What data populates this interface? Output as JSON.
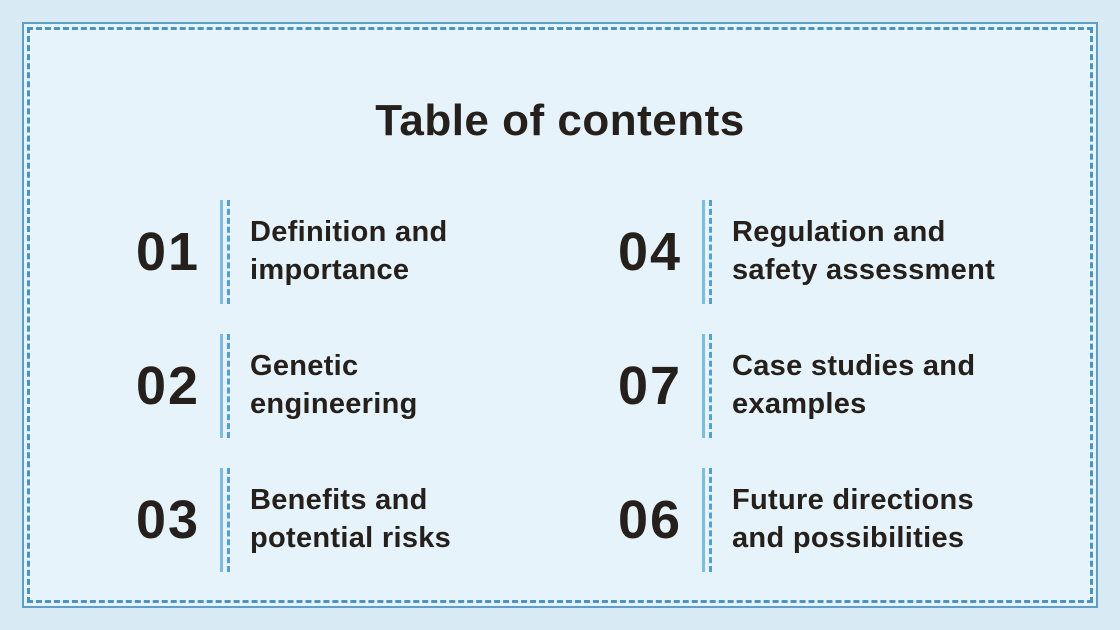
{
  "slide": {
    "title": "Table of contents",
    "colors": {
      "bg_outer": "#d8ebf5",
      "bg_inner": "#e7f3fa",
      "frame_solid": "#5f9fc5",
      "frame_dashed": "#4a94bf",
      "divider_solid": "#7cbce0",
      "divider_dashed": "#539fd0",
      "text": "#25201b"
    },
    "items": [
      {
        "number": "01",
        "label": "Definition and\nimportance"
      },
      {
        "number": "02",
        "label": "Genetic\nengineering"
      },
      {
        "number": "03",
        "label": "Benefits and\npotential risks"
      },
      {
        "number": "04",
        "label": "Regulation and\nsafety assessment"
      },
      {
        "number": "07",
        "label": "Case studies and\nexamples"
      },
      {
        "number": "06",
        "label": "Future directions\nand possibilities"
      }
    ]
  }
}
